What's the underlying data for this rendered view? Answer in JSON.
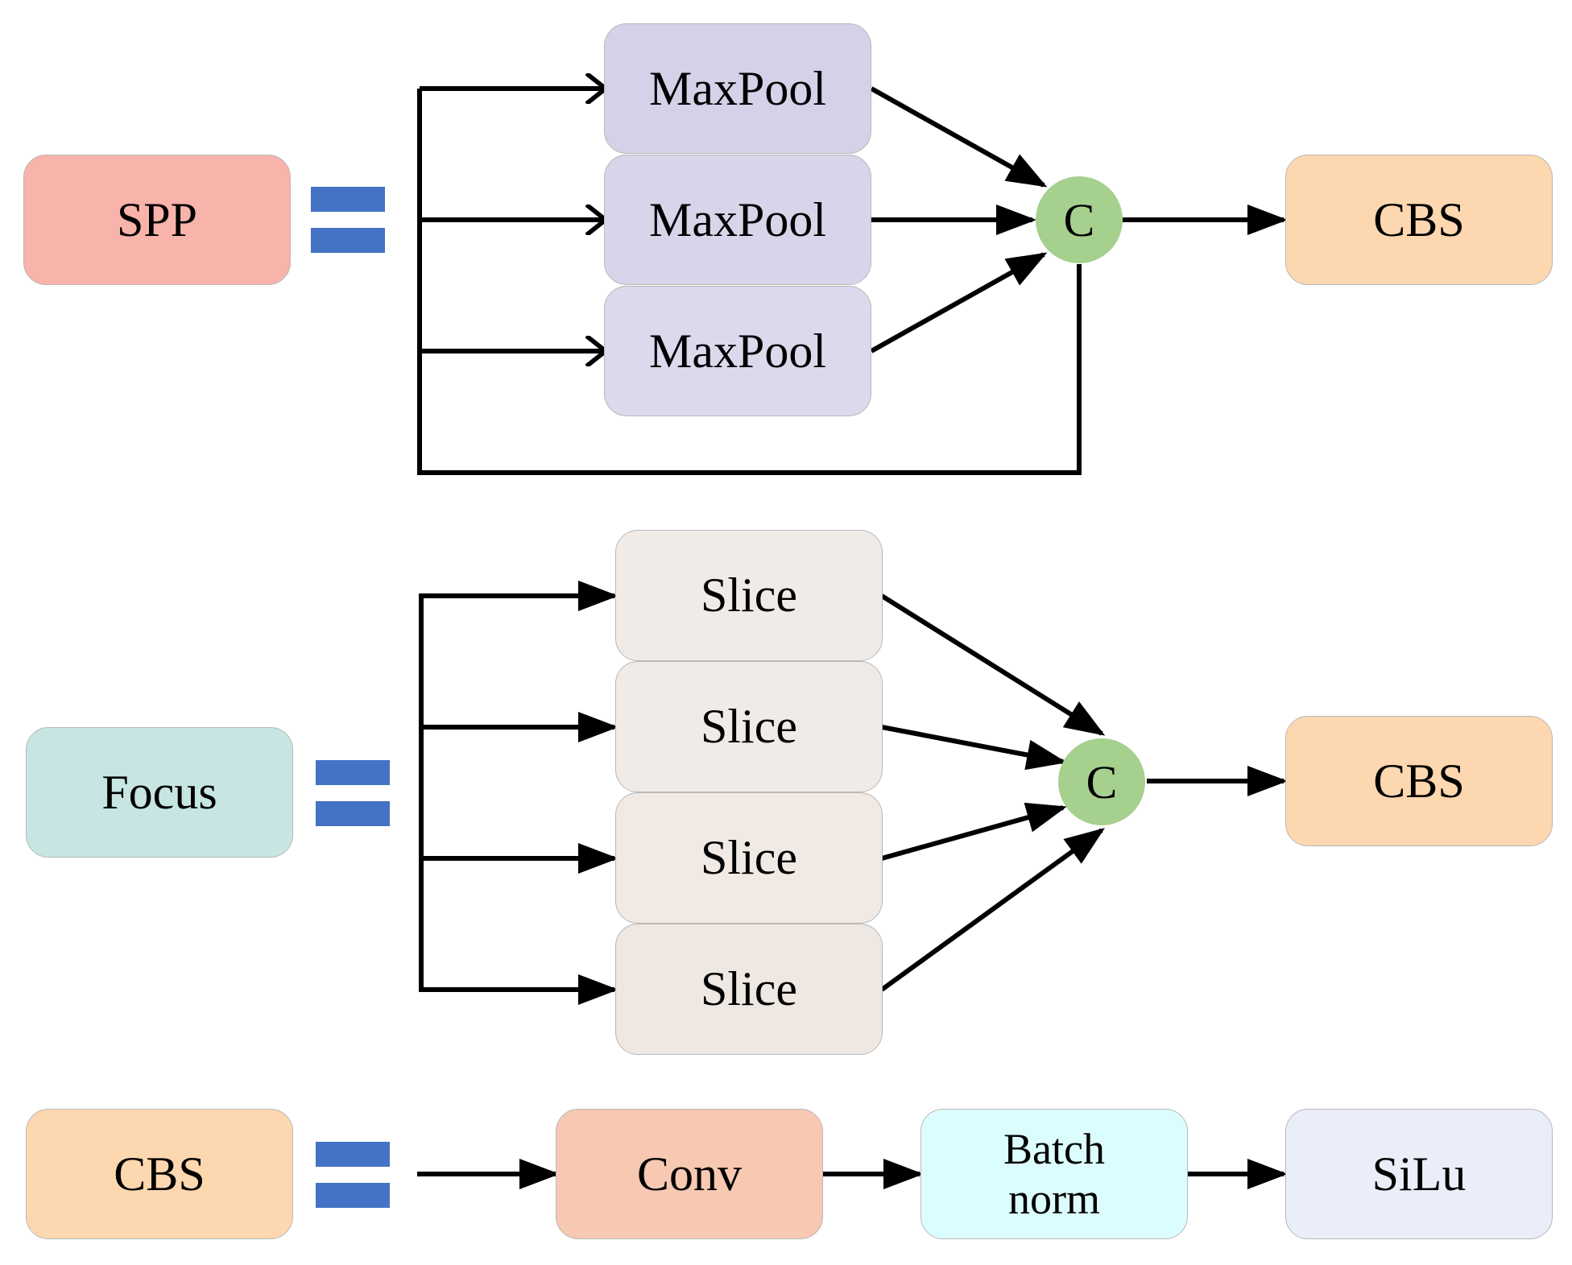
{
  "spp": {
    "name": "SPP",
    "equals": "=",
    "branches": [
      "MaxPool",
      "MaxPool",
      "MaxPool"
    ],
    "concat": "C",
    "output": "CBS",
    "colors": {
      "name_bg": "#f8b3aa",
      "branch_bg": "#d4d1e8",
      "output_bg": "#fdd7af"
    }
  },
  "focus": {
    "name": "Focus",
    "equals": "=",
    "branches": [
      "Slice",
      "Slice",
      "Slice",
      "Slice"
    ],
    "concat": "C",
    "output": "CBS",
    "colors": {
      "name_bg": "#c7e6e3",
      "branch_bg": "#f1e9e4",
      "output_bg": "#fdd7af"
    }
  },
  "cbs": {
    "name": "CBS",
    "equals": "=",
    "steps": [
      "Conv",
      [
        "Batch",
        "norm"
      ],
      "SiLu"
    ],
    "colors": {
      "name_bg": "#fdd7af",
      "conv_bg": "#f7c8b2",
      "bn_bg": "#dcfdfd",
      "silu_bg": "#e9eef8"
    }
  },
  "colors": {
    "equals": "#4472c4",
    "concat": "#a6d08d",
    "arrow": "#000000"
  }
}
